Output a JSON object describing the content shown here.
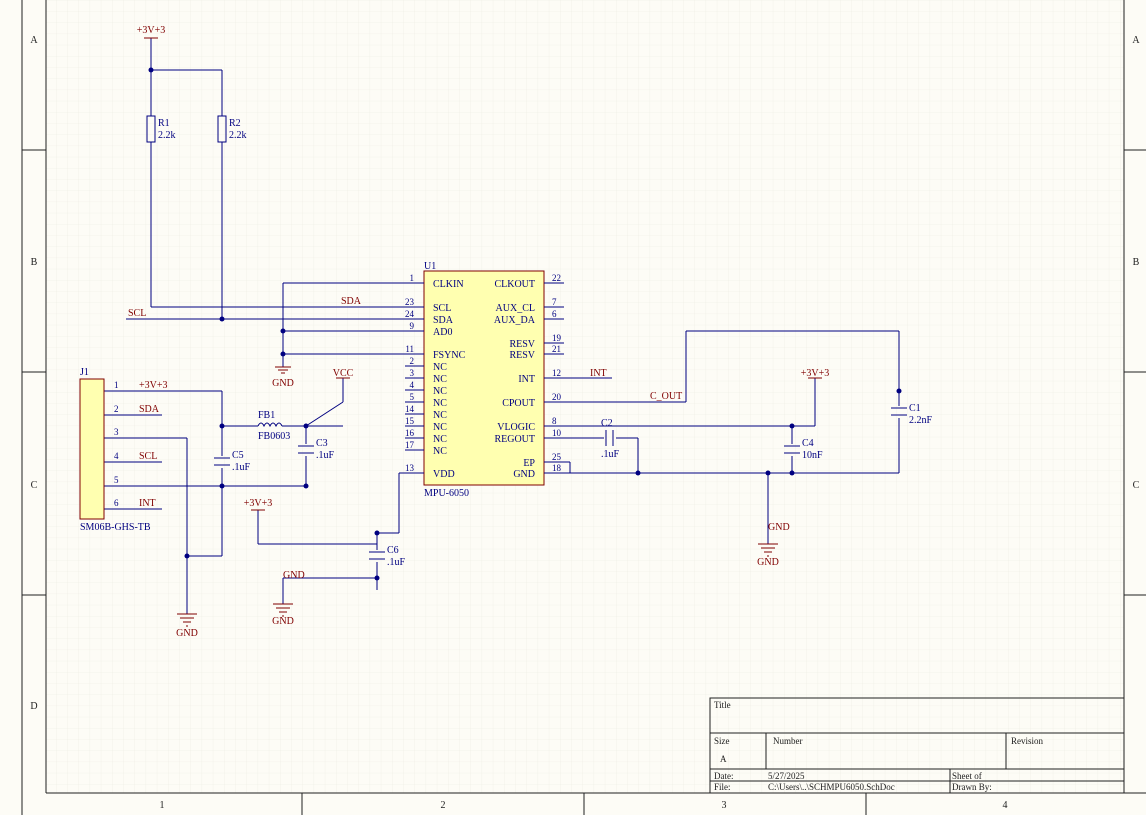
{
  "colors": {
    "wire": "#000080",
    "net_label": "#800000",
    "component": "#000080",
    "chip_fill": "#ffffb0",
    "chip_stroke": "#800000",
    "border_bg": "#fdfcf6",
    "grid": "#e6e6dc",
    "frame": "#202020"
  },
  "zones": {
    "rows": [
      "A",
      "B",
      "C",
      "D"
    ],
    "cols": [
      "1",
      "2",
      "3",
      "4"
    ]
  },
  "u1": {
    "designator": "U1",
    "part": "MPU-6050",
    "left_pins": [
      {
        "num": "1",
        "name": "CLKIN"
      },
      {
        "num": "23",
        "name": "SCL"
      },
      {
        "num": "24",
        "name": "SDA"
      },
      {
        "num": "9",
        "name": "AD0"
      },
      {
        "num": "11",
        "name": "FSYNC"
      },
      {
        "num": "2",
        "name": "NC"
      },
      {
        "num": "3",
        "name": "NC"
      },
      {
        "num": "4",
        "name": "NC"
      },
      {
        "num": "5",
        "name": "NC"
      },
      {
        "num": "14",
        "name": "NC"
      },
      {
        "num": "15",
        "name": "NC"
      },
      {
        "num": "16",
        "name": "NC"
      },
      {
        "num": "17",
        "name": "NC"
      },
      {
        "num": "13",
        "name": "VDD"
      }
    ],
    "right_pins": [
      {
        "num": "22",
        "name": "CLKOUT"
      },
      {
        "num": "7",
        "name": "AUX_CL"
      },
      {
        "num": "6",
        "name": "AUX_DA"
      },
      {
        "num": "19",
        "name": "RESV"
      },
      {
        "num": "21",
        "name": "RESV"
      },
      {
        "num": "12",
        "name": "INT"
      },
      {
        "num": "20",
        "name": "CPOUT"
      },
      {
        "num": "8",
        "name": "VLOGIC"
      },
      {
        "num": "10",
        "name": "REGOUT"
      },
      {
        "num": "25",
        "name": "EP"
      },
      {
        "num": "18",
        "name": "GND"
      }
    ]
  },
  "j1": {
    "designator": "J1",
    "part": "SM06B-GHS-TB",
    "pins": [
      {
        "num": "1",
        "net": "+3V+3"
      },
      {
        "num": "2",
        "net": "SDA"
      },
      {
        "num": "3",
        "net": ""
      },
      {
        "num": "4",
        "net": "SCL"
      },
      {
        "num": "5",
        "net": ""
      },
      {
        "num": "6",
        "net": "INT"
      }
    ]
  },
  "parts": {
    "r1": {
      "designator": "R1",
      "value": "2.2k"
    },
    "r2": {
      "designator": "R2",
      "value": "2.2k"
    },
    "c1": {
      "designator": "C1",
      "value": "2.2nF"
    },
    "c2": {
      "designator": "C2",
      "value": ".1uF"
    },
    "c3": {
      "designator": "C3",
      "value": ".1uF"
    },
    "c4": {
      "designator": "C4",
      "value": "10nF"
    },
    "c5": {
      "designator": "C5",
      "value": ".1uF"
    },
    "c6": {
      "designator": "C6",
      "value": ".1uF"
    },
    "fb1": {
      "designator": "FB1",
      "value": "FB0603"
    }
  },
  "nets": {
    "p3v3_top": "+3V+3",
    "p3v3_right": "+3V+3",
    "p3v3_mid": "+3V+3",
    "vcc": "VCC",
    "sda": "SDA",
    "scl": "SCL",
    "int": "INT",
    "c_out": "C_OUT",
    "gnd_label_left": "GND",
    "gnd_label_right": "GND",
    "gnd_u1": "GND",
    "gnd_j1": "GND",
    "gnd_c6": "GND",
    "gnd_main": "GND"
  },
  "title_block": {
    "title_label": "Title",
    "size_label": "Size",
    "size_value": "A",
    "number_label": "Number",
    "revision_label": "Revision",
    "date_label": "Date:",
    "date_value": "5/27/2025",
    "sheet_label": "Sheet   of",
    "file_label": "File:",
    "file_value": "C:\\Users\\..\\SCHMPU6050.SchDoc",
    "drawn_label": "Drawn By:"
  }
}
